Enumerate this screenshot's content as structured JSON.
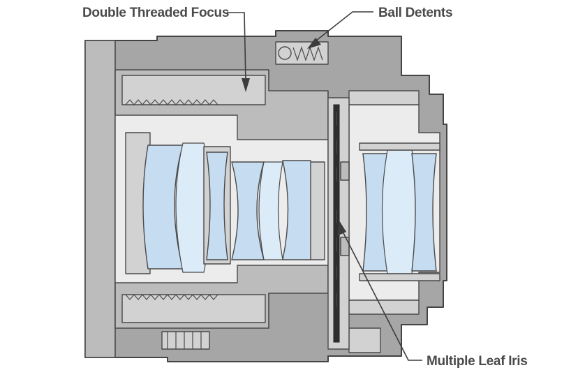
{
  "labels": {
    "focus": "Double Threaded Focus",
    "detents": "Ball Detents",
    "iris": "Multiple Leaf Iris"
  },
  "colors": {
    "housing": "#a6a6a6",
    "housing_light": "#d2d2d2",
    "glass": "#c6dcf0",
    "outline": "#444444",
    "label_text": "#4a4a4a"
  }
}
